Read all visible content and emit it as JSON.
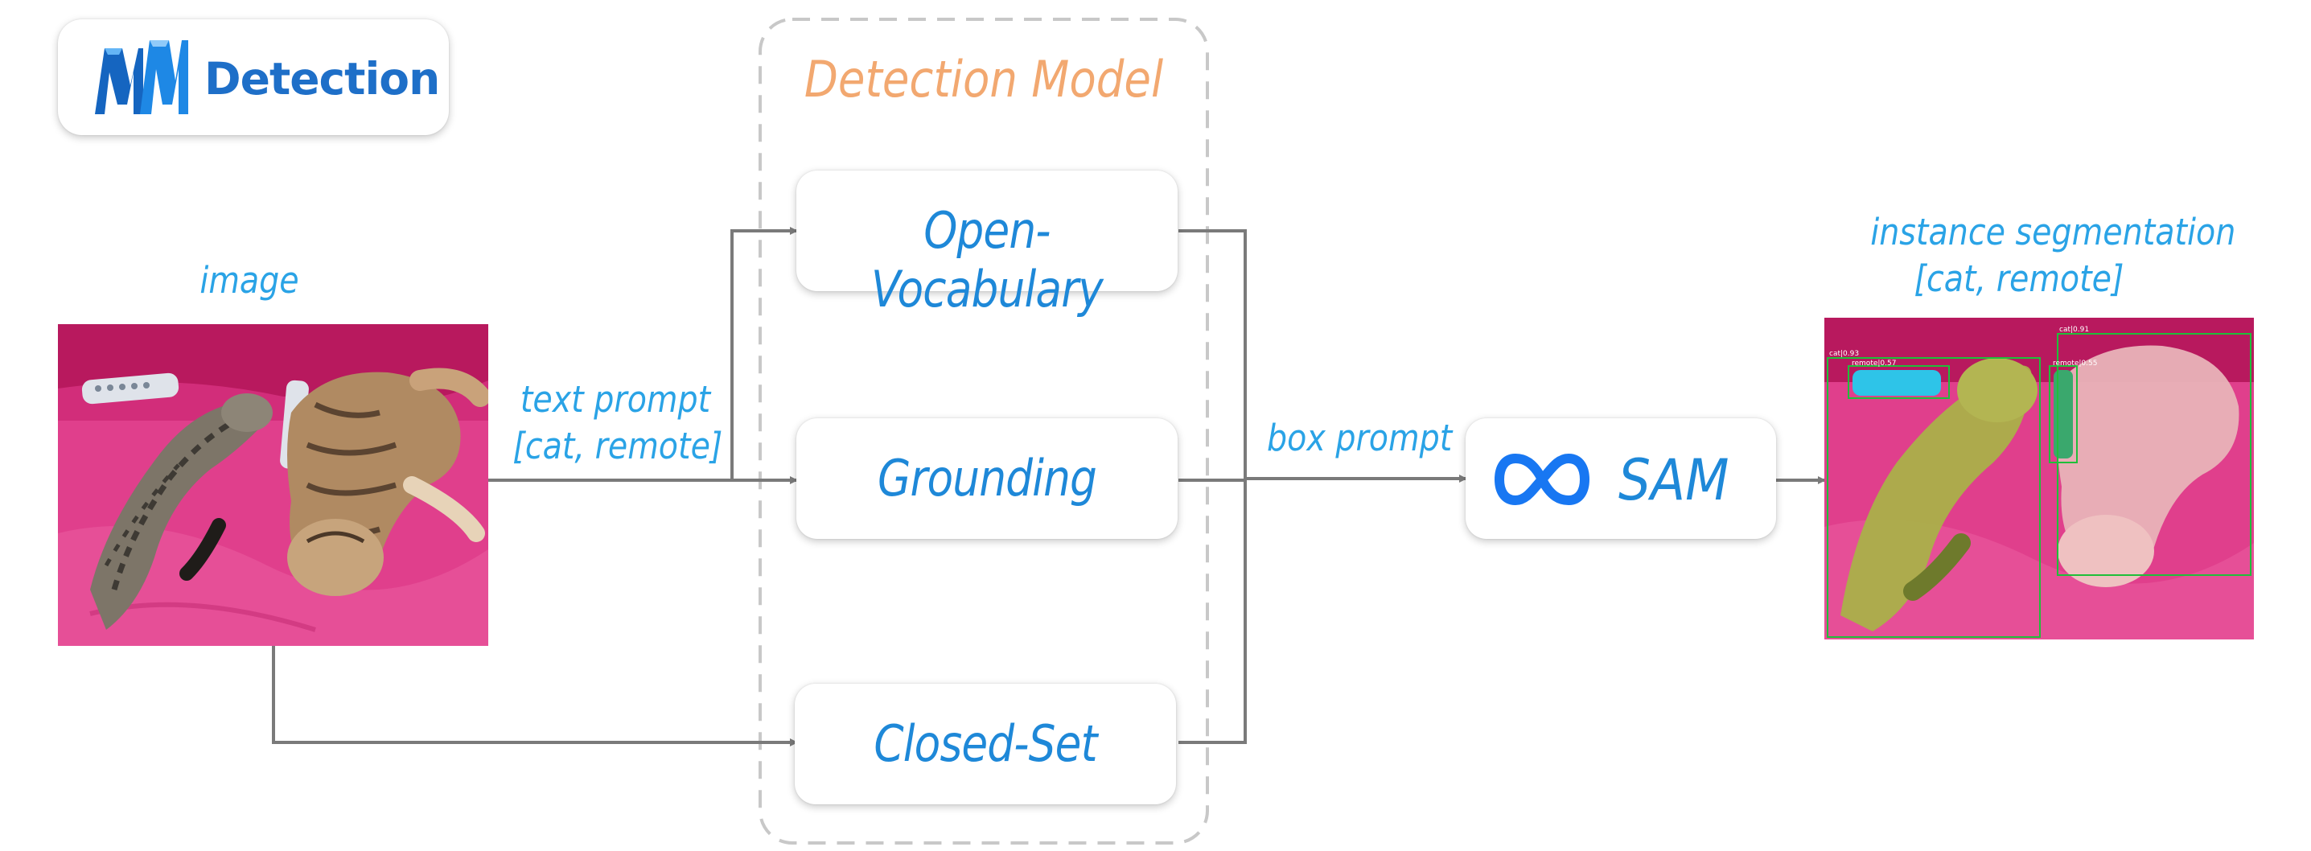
{
  "logo": {
    "mark": "MM",
    "text": "Detection"
  },
  "detection_model": {
    "title": "Detection Model",
    "models": [
      "Open-Vocabulary",
      "Grounding",
      "Closed-Set"
    ]
  },
  "input": {
    "label": "image"
  },
  "text_prompt": {
    "line1": "text prompt",
    "line2": "[cat, remote]"
  },
  "box_prompt": {
    "label": "box prompt"
  },
  "sam": {
    "label": "SAM",
    "icon": "meta-infinity-icon"
  },
  "output": {
    "line1": "instance segmentation",
    "line2": "[cat, remote]",
    "detections": [
      {
        "label": "cat|0.93",
        "color": "#1fbf3a"
      },
      {
        "label": "remote|0.57",
        "color": "#1fbf3a"
      },
      {
        "label": "cat|0.91",
        "color": "#1fbf3a"
      },
      {
        "label": "remote|0.55",
        "color": "#1fbf3a"
      }
    ]
  },
  "colors": {
    "blue_text": "#1e88d8",
    "light_blue_text": "#2aa3e6",
    "orange_title": "#f2a870",
    "arrow": "#7a7a7a",
    "dashed_border": "#c8c8c8",
    "blanket_pink": "#e03f8c"
  }
}
